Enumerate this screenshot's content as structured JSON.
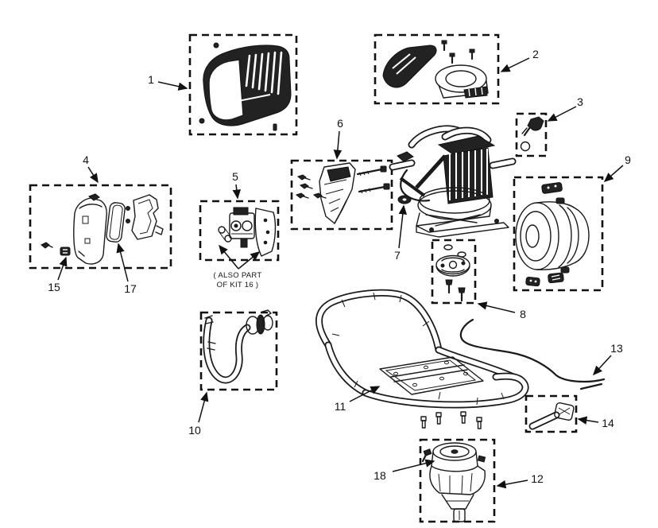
{
  "diagram": {
    "type": "exploded-parts-diagram",
    "background_color": "#ffffff",
    "ink_color": "#1a1a1a",
    "labels": {
      "n1": "1",
      "n2": "2",
      "n3": "3",
      "n4": "4",
      "n5": "5",
      "n6": "6",
      "n7": "7",
      "n8": "8",
      "n9": "9",
      "n10": "10",
      "n11": "11",
      "n12": "12",
      "n13": "13",
      "n14": "14",
      "n15": "15",
      "n17": "17",
      "n18": "18"
    },
    "note": {
      "line1": "( ALSO PART",
      "line2": "OF KIT 16 )"
    }
  }
}
